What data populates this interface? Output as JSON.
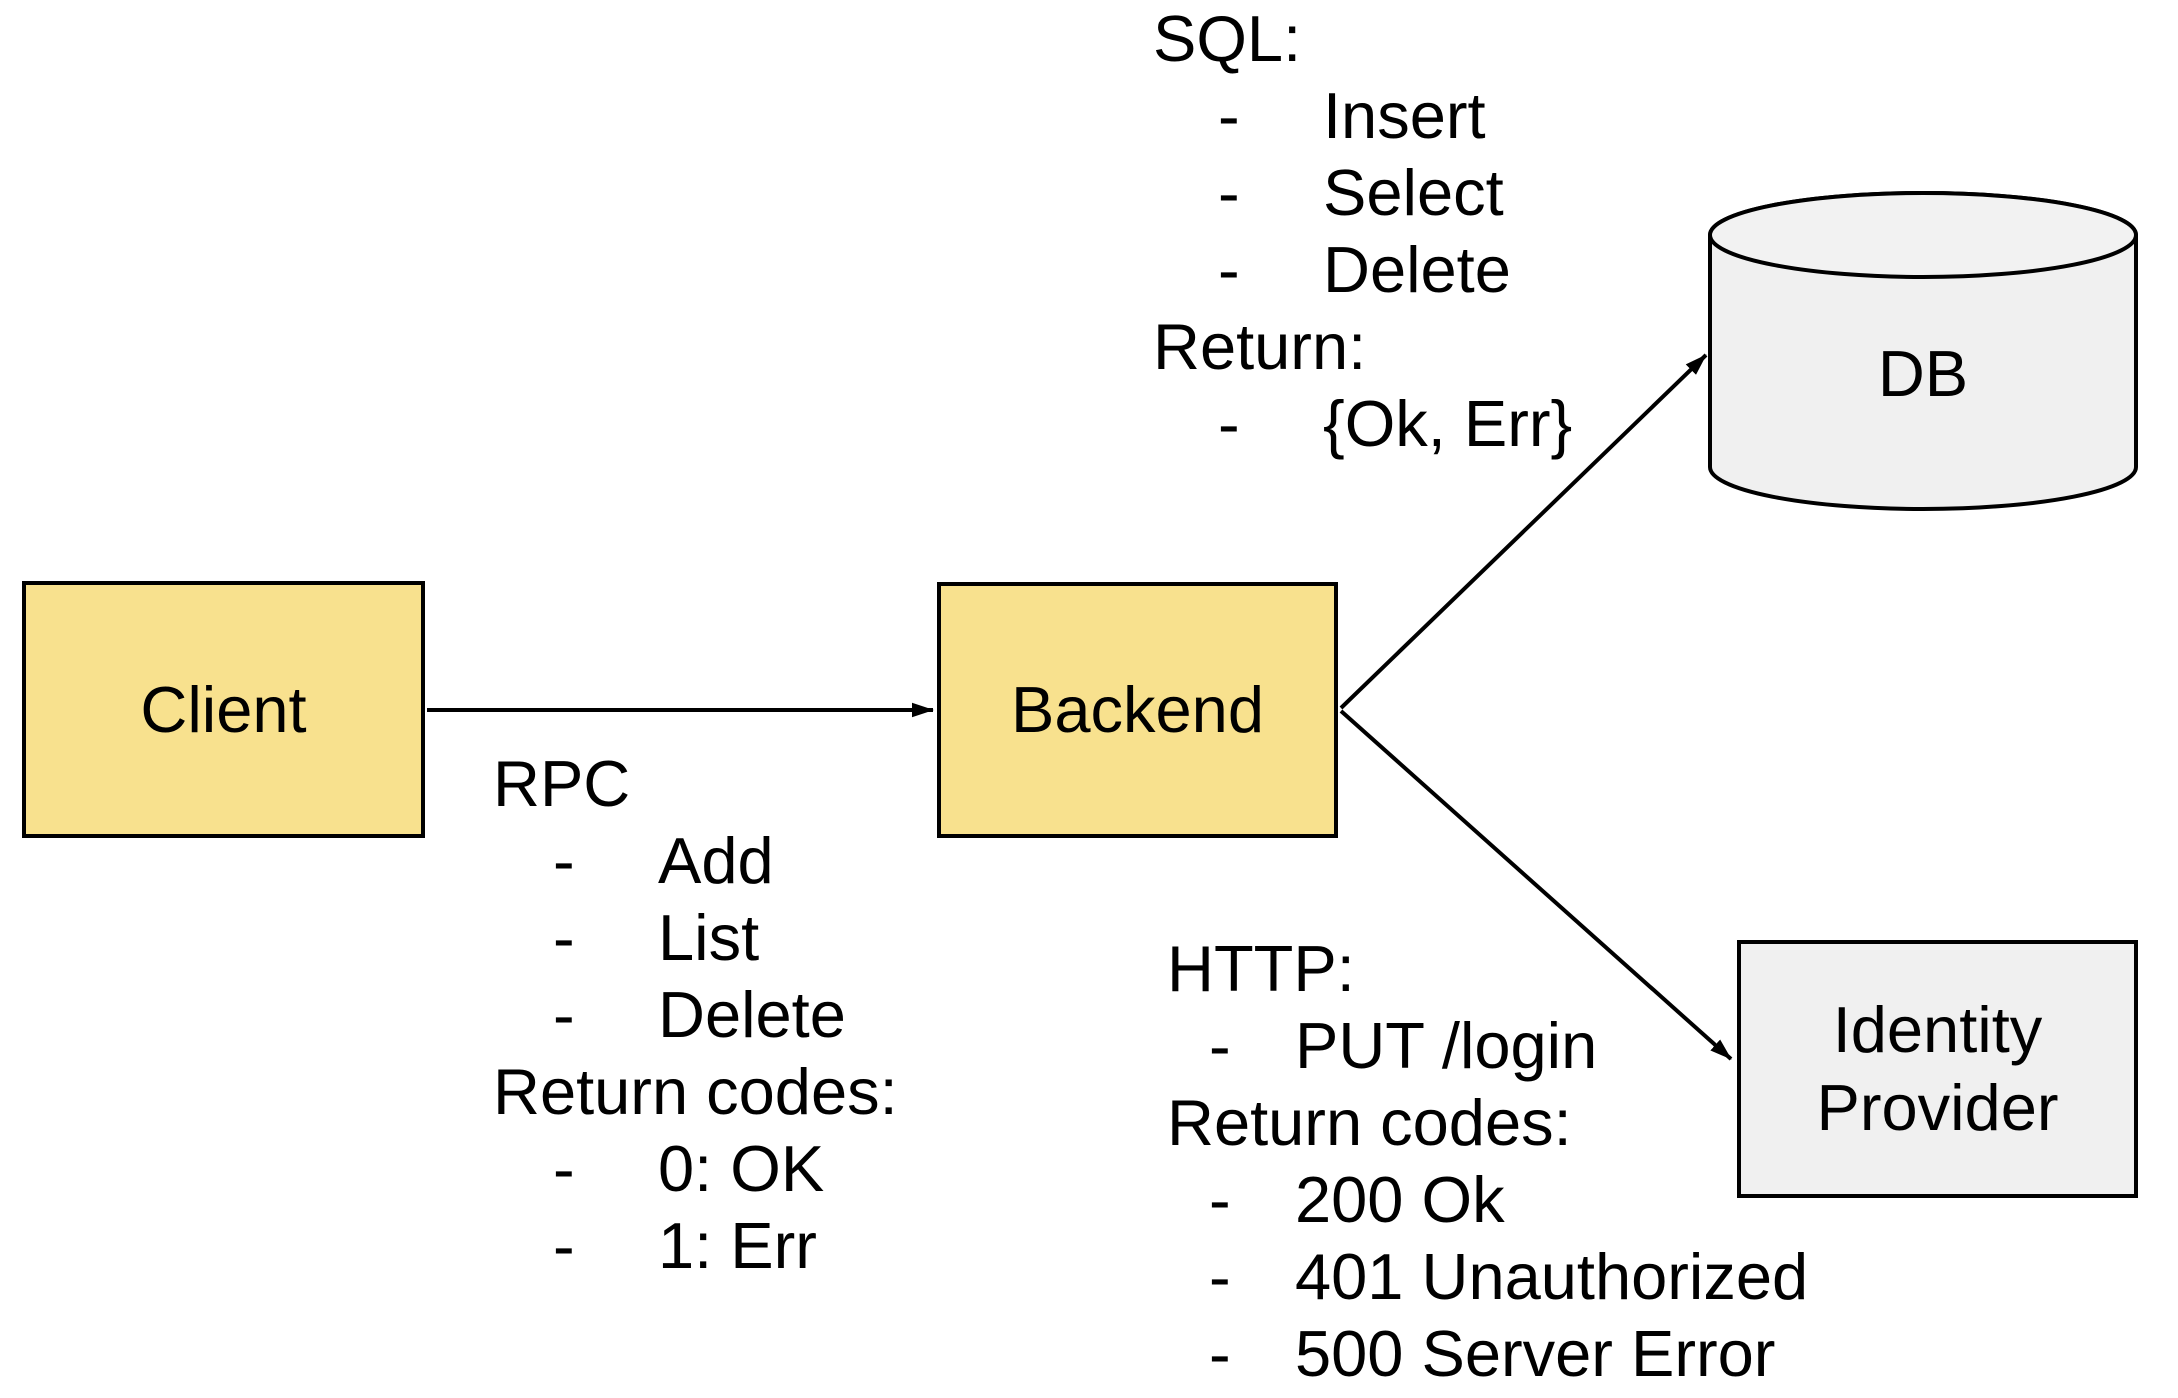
{
  "ui": {
    "bullet": "-"
  },
  "colors": {
    "service_fill": "#F8E18E",
    "store_fill": "#F0F0F0",
    "stroke": "#000000",
    "text": "#000000",
    "background": "#FFFFFF"
  },
  "nodes": {
    "client": {
      "label": "Client",
      "type": "box"
    },
    "backend": {
      "label": "Backend",
      "type": "box"
    },
    "db": {
      "label": "DB",
      "type": "cylinder"
    },
    "identity_provider": {
      "label": "Identity Provider",
      "type": "box"
    }
  },
  "edges": [
    {
      "from": "client",
      "to": "backend",
      "annotation": "rpc"
    },
    {
      "from": "backend",
      "to": "db",
      "annotation": "sql"
    },
    {
      "from": "backend",
      "to": "identity_provider",
      "annotation": "http"
    }
  ],
  "annotations": {
    "rpc": {
      "title": "RPC",
      "items": [
        "Add",
        "List",
        "Delete"
      ],
      "return_title": "Return codes:",
      "return_items": [
        "0: OK",
        "1: Err"
      ]
    },
    "sql": {
      "title": "SQL:",
      "items": [
        "Insert",
        "Select",
        "Delete"
      ],
      "return_title": "Return:",
      "return_items": [
        "{Ok, Err}"
      ]
    },
    "http": {
      "title": "HTTP:",
      "items": [
        "PUT /login"
      ],
      "return_title": "Return codes:",
      "return_items": [
        "200 Ok",
        "401 Unauthorized",
        "500 Server Error"
      ]
    }
  }
}
